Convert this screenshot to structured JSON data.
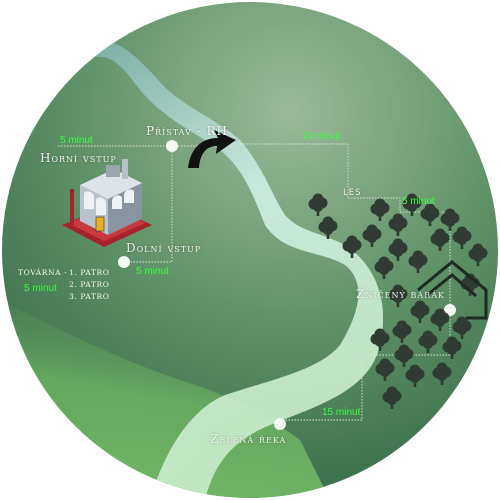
{
  "map": {
    "colors": {
      "disc_light": "#8fb08e",
      "disc_dark": "#3f7550",
      "river": "#bde3d6",
      "river_dark": "#8fc2ba",
      "land": "#7ec86b",
      "route": "#dfe8dc",
      "time_text": "#39ff3f",
      "tree": "#2f3b33"
    },
    "locations": {
      "pristav": "Přístav - RH",
      "horni_vstup": "Horní vstup",
      "dolni_vstup": "Dolní vstup",
      "les": "LES",
      "zniceny_barak": "Zničený barák",
      "zelena_reka": "Zelená řeka"
    },
    "factory": {
      "name": "TOVÁRNA -",
      "floors": [
        "1. PATRO",
        "2. PATRO",
        "3. PATRO"
      ],
      "icon": "factory-icon"
    },
    "travel_times": {
      "horni": "5 minut",
      "pristav_les": "10 minut",
      "les_barak": "5 minut",
      "dolni": "5 minut",
      "tovarna": "5 minut",
      "barak_reka": "15 minut"
    },
    "icons": {
      "port_arrow": "curved-arrow-icon",
      "house": "house-outline-icon",
      "trees": "tree-icon"
    }
  }
}
